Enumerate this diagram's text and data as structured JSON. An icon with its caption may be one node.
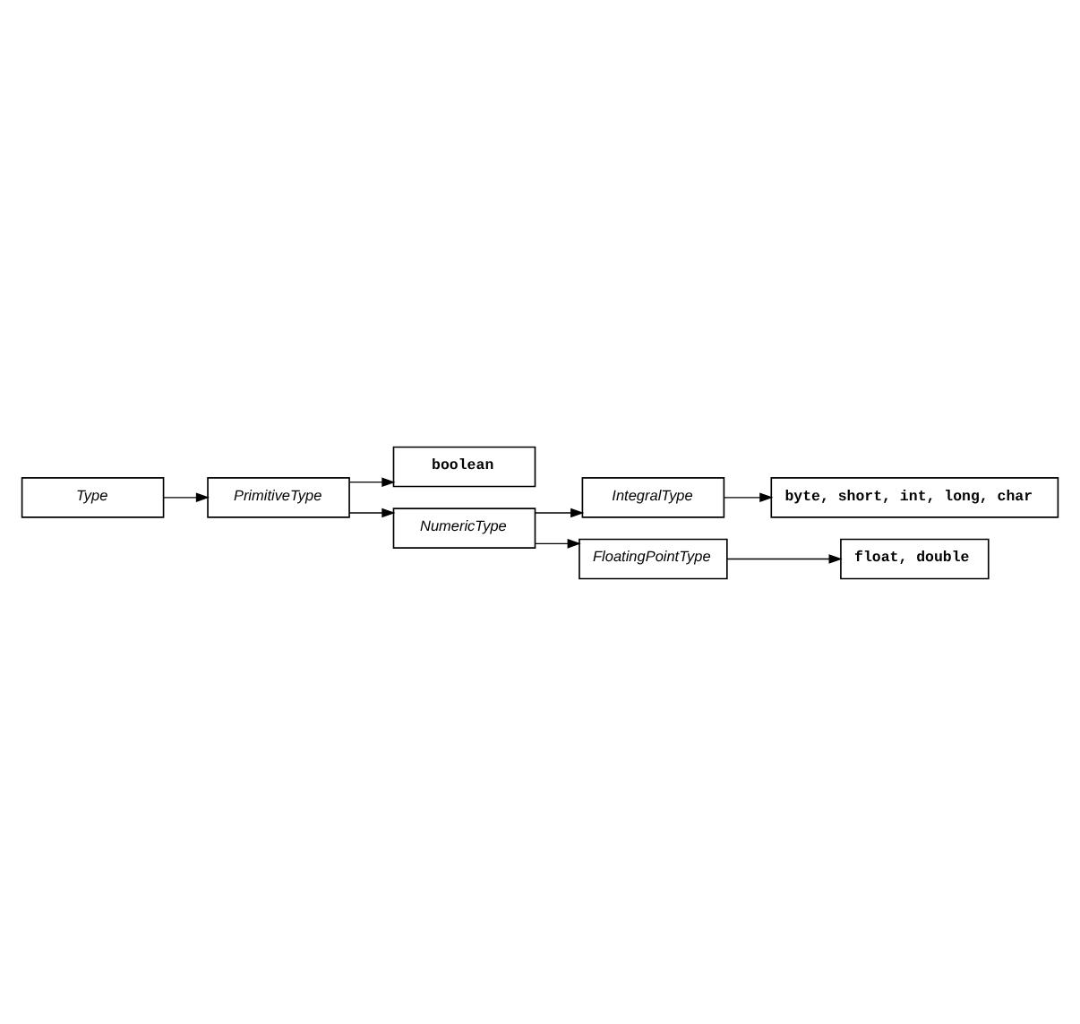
{
  "diagram": {
    "nodes": [
      {
        "text": [
          "Type"
        ]
      },
      {
        "text": [
          "PrimitiveType"
        ]
      },
      {
        "text": [
          "boolean"
        ]
      },
      {
        "text": [
          "NumericType"
        ]
      },
      {
        "text": [
          "IntegralType"
        ]
      },
      {
        "text": [
          "byte, short, int, long, char"
        ]
      },
      {
        "text": [
          "FloatingPointType"
        ]
      },
      {
        "text": [
          "float, double"
        ]
      }
    ],
    "edges": [
      {
        "from": 0,
        "to": 1,
        "arrow": "to"
      },
      {
        "from": 1,
        "to": 2,
        "arrow": "to"
      },
      {
        "from": 1,
        "to": 3,
        "arrow": "to"
      },
      {
        "from": 3,
        "to": 4,
        "arrow": "to"
      },
      {
        "from": 3,
        "to": 6,
        "arrow": "to"
      },
      {
        "from": 4,
        "to": 5,
        "arrow": "to"
      },
      {
        "from": 6,
        "to": 7,
        "arrow": "to"
      }
    ]
  }
}
